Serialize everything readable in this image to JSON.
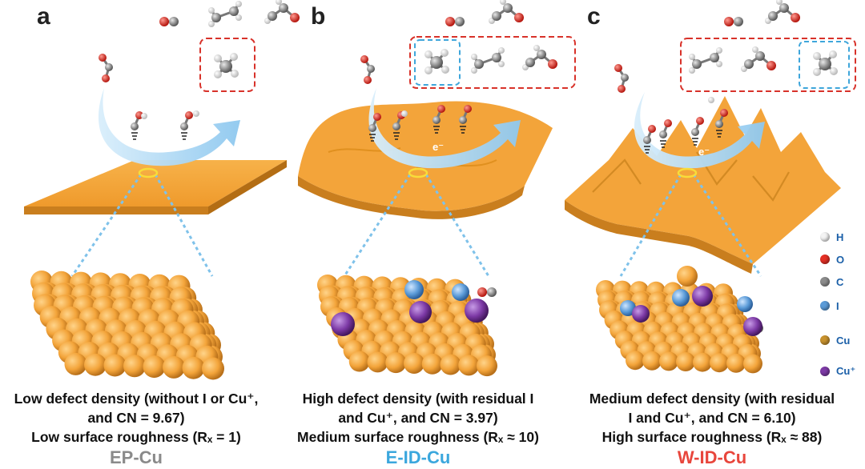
{
  "panels": [
    {
      "letter": "a",
      "caption_lines": [
        "Low defect density (without I or Cu⁺,",
        "and CN = 9.67)",
        "Low surface roughness (Rₓ = 1)"
      ],
      "sample": "EP-Cu",
      "sample_color": "#8a8a8a"
    },
    {
      "letter": "b",
      "caption_lines": [
        "High defect density (with residual I",
        "and Cu⁺, and CN = 3.97)",
        "Medium surface roughness (Rₓ ≈ 10)"
      ],
      "sample": "E-ID-Cu",
      "sample_color": "#3ba7dd"
    },
    {
      "letter": "c",
      "caption_lines": [
        "Medium defect density (with residual",
        "I and Cu⁺, and CN = 6.10)",
        "High surface roughness (Rₓ ≈ 88)"
      ],
      "sample": "W-ID-Cu",
      "sample_color": "#e8463c"
    }
  ],
  "electron_label": "e⁻",
  "legend": [
    {
      "label": "H",
      "color": "#f4f4f4",
      "icon": "hydrogen-atom-icon"
    },
    {
      "label": "O",
      "color": "#e53025",
      "icon": "oxygen-atom-icon"
    },
    {
      "label": "C",
      "color": "#8c8c8c",
      "icon": "carbon-atom-icon"
    },
    {
      "label": "I",
      "color": "#5b9bd8",
      "icon": "iodine-atom-icon"
    },
    {
      "label": "Cu",
      "color": "#c8922e",
      "icon": "copper-atom-icon"
    },
    {
      "label": "Cu⁺",
      "color": "#7d3aa6",
      "icon": "copper-ion-icon"
    }
  ],
  "colors": {
    "copper": "#f3a43a",
    "copper_dark": "#c97e1e",
    "arrow": "#bfe0f5",
    "dash_red": "#d8322a",
    "dash_blue": "#3fa6db"
  }
}
